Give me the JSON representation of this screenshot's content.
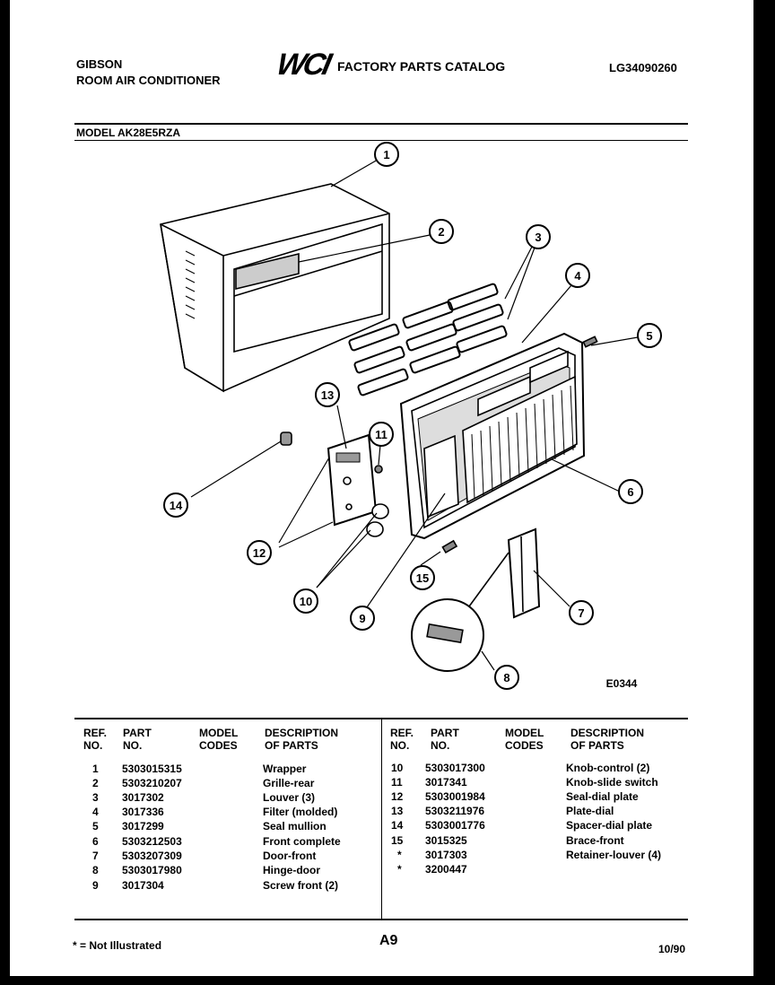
{
  "header": {
    "brand": "GIBSON",
    "product": "ROOM AIR CONDITIONER",
    "logo_text": "WCI",
    "catalog_title": "FACTORY PARTS CATALOG",
    "catalog_number": "LG34090260",
    "model_label": "MODEL AK28E5RZA"
  },
  "diagram": {
    "code": "E0344",
    "callouts": [
      "1",
      "2",
      "3",
      "4",
      "5",
      "6",
      "7",
      "8",
      "9",
      "10",
      "11",
      "12",
      "13",
      "14",
      "15"
    ]
  },
  "table": {
    "headers": {
      "ref": "REF.",
      "no": "NO.",
      "part": "PART",
      "part_no": "NO.",
      "model": "MODEL",
      "codes": "CODES",
      "desc": "DESCRIPTION",
      "of_parts": "OF PARTS"
    },
    "left_rows": [
      {
        "ref": "1",
        "part": "5303015315",
        "desc": "Wrapper"
      },
      {
        "ref": "2",
        "part": "5303210207",
        "desc": "Grille-rear"
      },
      {
        "ref": "3",
        "part": "3017302",
        "desc": "Louver (3)"
      },
      {
        "ref": "4",
        "part": "3017336",
        "desc": "Filter (molded)"
      },
      {
        "ref": "5",
        "part": "3017299",
        "desc": "Seal mullion"
      },
      {
        "ref": "6",
        "part": "5303212503",
        "desc": "Front complete"
      },
      {
        "ref": "7",
        "part": "5303207309",
        "desc": "Door-front"
      },
      {
        "ref": "8",
        "part": "5303017980",
        "desc": "Hinge-door"
      },
      {
        "ref": "9",
        "part": "3017304",
        "desc": "Screw front (2)"
      }
    ],
    "right_rows": [
      {
        "ref": "10",
        "part": "5303017300",
        "desc": "Knob-control (2)"
      },
      {
        "ref": "11",
        "part": "3017341",
        "desc": "Knob-slide switch"
      },
      {
        "ref": "12",
        "part": "5303001984",
        "desc": "Seal-dial plate"
      },
      {
        "ref": "13",
        "part": "5303211976",
        "desc": "Plate-dial"
      },
      {
        "ref": "14",
        "part": "5303001776",
        "desc": "Spacer-dial plate"
      },
      {
        "ref": "15",
        "part": "3015325",
        "desc": "Brace-front"
      },
      {
        "ref": "*",
        "part": "3017303",
        "desc": "Retainer-louver (4)"
      },
      {
        "ref": "*",
        "part": "3200447",
        "desc": ""
      }
    ]
  },
  "footer": {
    "note": "* = Not Illustrated",
    "page": "A9",
    "date": "10/90"
  }
}
